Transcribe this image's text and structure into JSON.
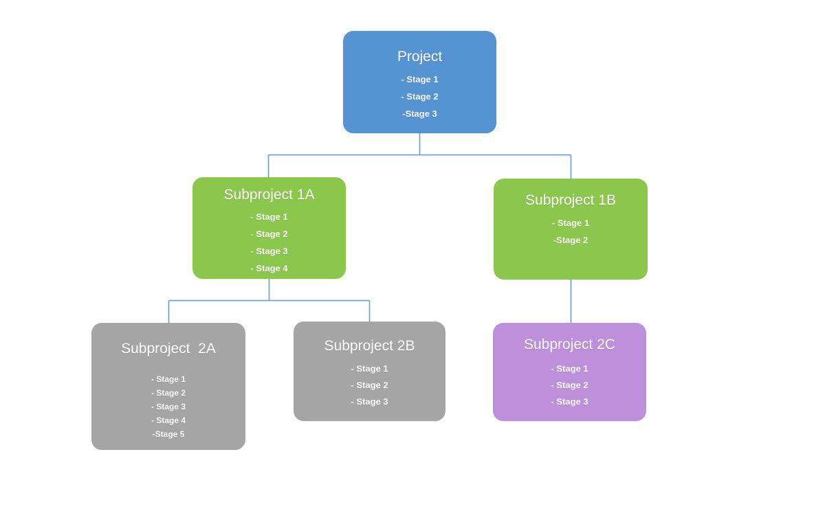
{
  "diagram": {
    "type": "hierarchy-org-chart",
    "background_color": "#FFFFFF",
    "connector_color": "#6FA3D8",
    "nodes": {
      "project": {
        "label": "Project",
        "color": "#5593D3",
        "stages": [
          "- Stage 1",
          "- Stage 2",
          "-Stage 3"
        ]
      },
      "sub1a": {
        "label": "Subproject 1A",
        "color": "#8BC64D",
        "stages": [
          "- Stage 1",
          "- Stage 2",
          "- Stage 3",
          "- Stage 4"
        ]
      },
      "sub1b": {
        "label": "Subproject 1B",
        "color": "#8BC64D",
        "stages": [
          "- Stage 1",
          "-Stage 2"
        ]
      },
      "sub2a": {
        "label": "Subproject  2A",
        "color": "#A5A5A5",
        "stages": [
          "- Stage 1",
          "- Stage 2",
          "- Stage 3",
          "- Stage 4",
          "-Stage 5"
        ]
      },
      "sub2b": {
        "label": "Subproject 2B",
        "color": "#A5A5A5",
        "stages": [
          "- Stage 1",
          "- Stage 2",
          "- Stage 3"
        ]
      },
      "sub2c": {
        "label": "Subproject 2C",
        "color": "#BD90DC",
        "stages": [
          "- Stage 1",
          "- Stage 2",
          "- Stage 3"
        ]
      }
    },
    "edges": [
      {
        "from": "project",
        "to": "sub1a"
      },
      {
        "from": "project",
        "to": "sub1b"
      },
      {
        "from": "sub1a",
        "to": "sub2a"
      },
      {
        "from": "sub1a",
        "to": "sub2b"
      },
      {
        "from": "sub1b",
        "to": "sub2c"
      }
    ]
  }
}
